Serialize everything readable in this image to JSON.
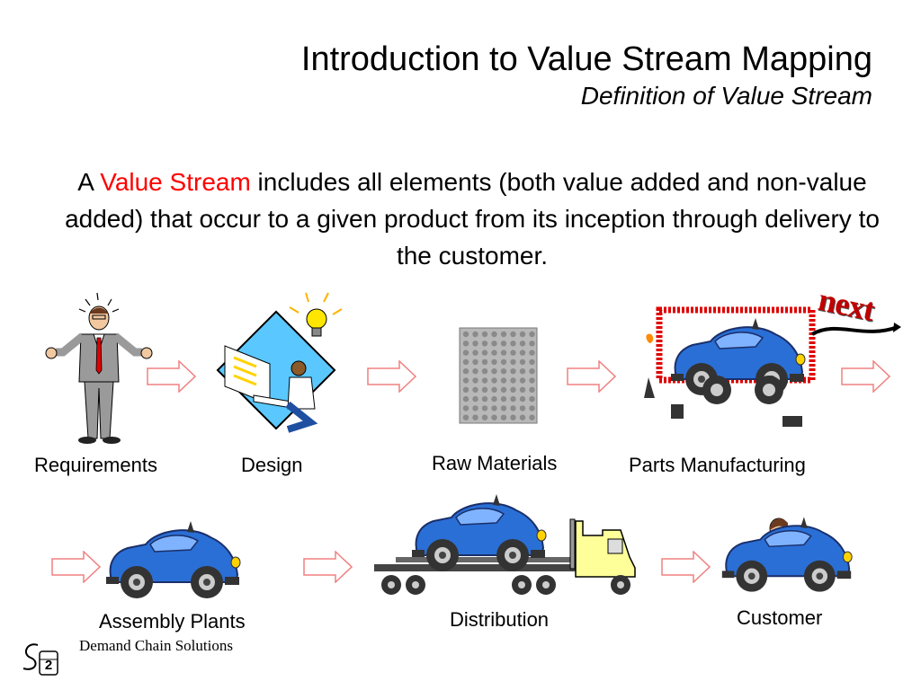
{
  "header": {
    "title": "Introduction to Value Stream Mapping",
    "subtitle": "Definition of Value Stream"
  },
  "definition": {
    "lead": "A ",
    "highlight": "Value Stream",
    "rest": " includes all elements (both value added and non-value added) that occur to a given product from its inception through delivery to the customer.",
    "highlight_color": "#ff0000"
  },
  "flow": {
    "row1": [
      {
        "label": "Requirements",
        "icon": "businessman-shrugging-icon"
      },
      {
        "label": "Design",
        "icon": "designer-at-computer-icon"
      },
      {
        "label": "Raw Materials",
        "icon": "raw-material-sheet-icon"
      },
      {
        "label": "Parts Manufacturing",
        "icon": "car-parts-assembly-icon"
      }
    ],
    "row2": [
      {
        "label": "Assembly Plants",
        "icon": "blue-car-icon"
      },
      {
        "label": "Distribution",
        "icon": "car-carrier-truck-icon"
      },
      {
        "label": "Customer",
        "icon": "customer-driving-car-icon"
      }
    ],
    "arrow_color": "#f08080"
  },
  "next_button": {
    "label": "next",
    "color": "#c00000"
  },
  "footer": {
    "company": "Demand Chain Solutions",
    "page_number": "2"
  }
}
